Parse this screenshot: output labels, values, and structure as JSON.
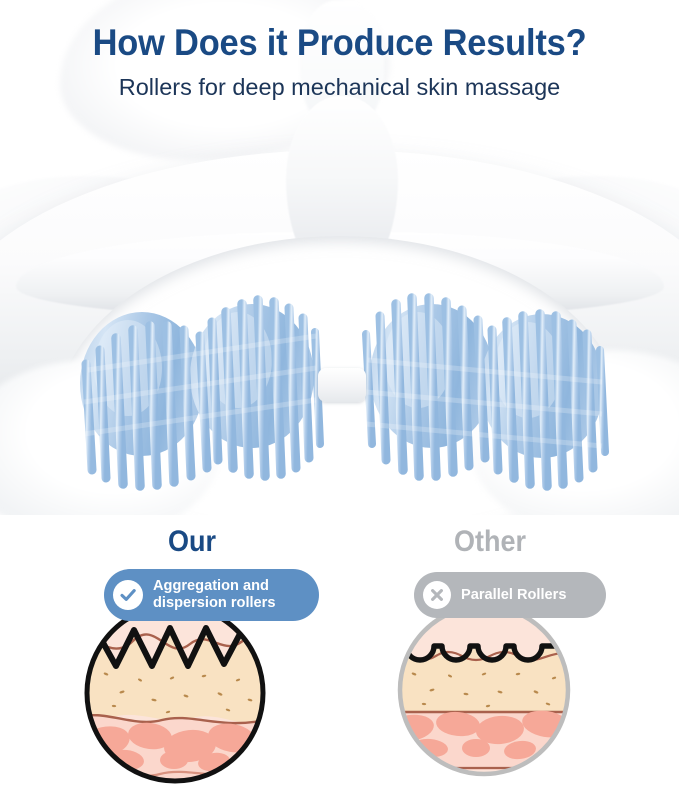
{
  "header": {
    "title": "How Does it Produce Results?",
    "subtitle": "Rollers for deep mechanical skin massage"
  },
  "colors": {
    "navy": "#1a4a84",
    "subtitle_navy": "#1c3558",
    "pill_blue": "#5e90c4",
    "pill_gray": "#b4b7bb",
    "heading_gray": "#b0b3b7",
    "roller_blue_light": "#cfe0f2",
    "roller_blue_mid": "#a8c6e6",
    "roller_blue_dark": "#8cb4dd",
    "device_white": "#ffffff",
    "device_shadow": "#e4e7ea",
    "skin_epidermis": "#fce4da",
    "skin_dermis": "#f9e2c2",
    "skin_fat": "#f6a898",
    "skin_fat_bg": "#fbd7cc",
    "outline_black": "#111111",
    "outline_gray": "#bdbdbd",
    "layer_line_brown": "#a9614d"
  },
  "product": {
    "device_name": "white-massager-frame",
    "roller_count": 2,
    "rollers": [
      {
        "name": "roller-left",
        "fin_count": 20,
        "barrel_count": 2
      },
      {
        "name": "roller-right",
        "fin_count": 20,
        "barrel_count": 2
      }
    ]
  },
  "comparison": {
    "our": {
      "heading": "Our",
      "pill_label": "Aggregation and dispersion rollers",
      "pill_label_line1": "Aggregation and",
      "pill_label_line2": "dispersion rollers",
      "icon": "check-circle-icon",
      "diagram": "deep-zigzag-skin-cross-section"
    },
    "other": {
      "heading": "Other",
      "pill_label": "Parallel Rollers",
      "icon": "x-circle-icon",
      "diagram": "shallow-wave-skin-cross-section"
    }
  }
}
